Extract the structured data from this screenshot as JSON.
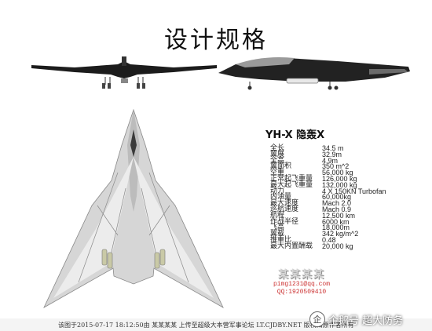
{
  "page_title": "设计规格",
  "spec_heading": "YH-X 隐轰X",
  "specs": [
    {
      "label": "全长",
      "value": "34.5 m"
    },
    {
      "label": "翼展",
      "value": "32.9m"
    },
    {
      "label": "全高",
      "value": "4.9m"
    },
    {
      "label": "翼面积",
      "value": "350 m^2"
    },
    {
      "label": "空重",
      "value": "56,000 kg"
    },
    {
      "label": "正常起飞重量",
      "value": "126,000 kg"
    },
    {
      "label": "最大起飞重量",
      "value": "132,000 kg"
    },
    {
      "label": "动力",
      "value": "4 X 150KN Turbofan"
    },
    {
      "label": "内油量",
      "value": "60,000kg"
    },
    {
      "label": "最大速度",
      "value": "Mach 2.0"
    },
    {
      "label": "巡航速度",
      "value": "Mach 0.9"
    },
    {
      "label": "航程",
      "value": "12,500 km"
    },
    {
      "label": "作战半径",
      "value": "6000 km"
    },
    {
      "label": "飞高",
      "value": "18,000m"
    },
    {
      "label": "翼载",
      "value": "342 kg/m^2"
    },
    {
      "label": "推重比",
      "value": "0.48"
    },
    {
      "label": "最大内置酬载",
      "value": "20,000 kg"
    }
  ],
  "watermark": {
    "title": "某某某某",
    "line1": "pimg1231@qq.com",
    "line2": "QQ:1920509410"
  },
  "footer_text": "该图于2015-07-17 18:12:50由 某某某某 上传至超级大本营军事论坛 LT.CJDBY.NET 版权归原作者所有",
  "badge": {
    "icon_glyph": "企",
    "text": "企鹅号 超大防务"
  }
}
